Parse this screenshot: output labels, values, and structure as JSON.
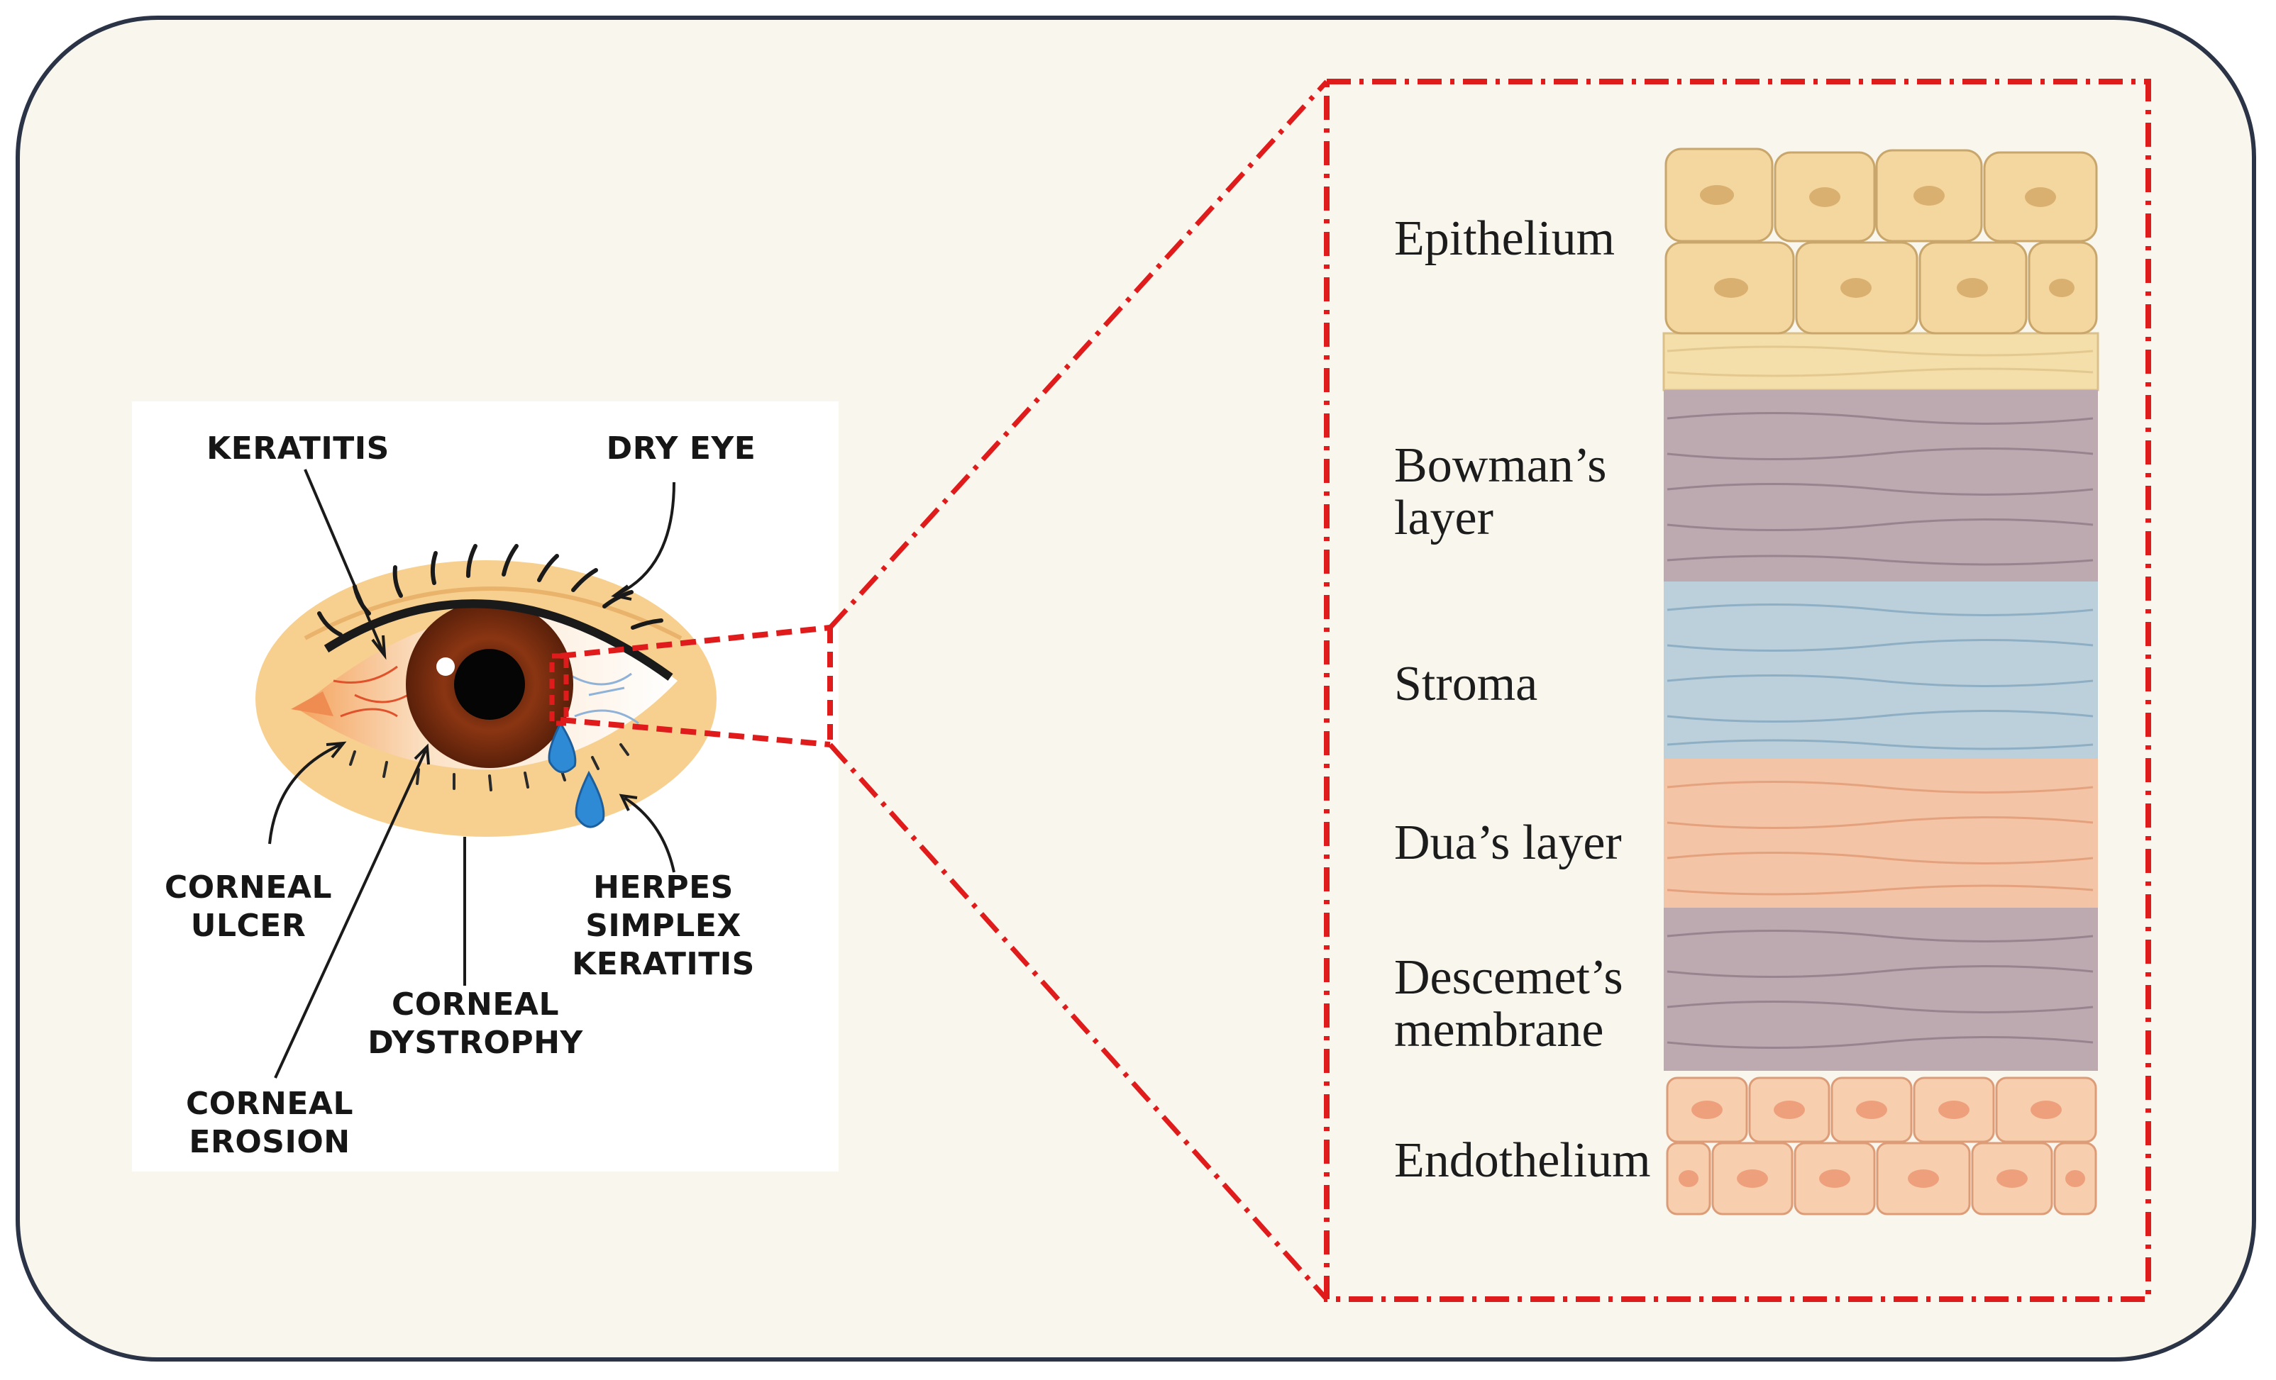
{
  "eye_diagram": {
    "labels": {
      "keratitis": "KERATITIS",
      "dry_eye": "DRY EYE",
      "corneal_ulcer": "CORNEAL\nULCER",
      "herpes_simplex_keratitis": "HERPES SIMPLEX\nKERATITIS",
      "corneal_dystrophy": "CORNEAL\nDYSTROPHY",
      "corneal_erosion": "CORNEAL\nEROSION"
    }
  },
  "cornea_layers": {
    "items": [
      {
        "label": "Epithelium",
        "color": "#f2d9a4"
      },
      {
        "label": "Bowman’s\nlayer",
        "color": "#bcaab0"
      },
      {
        "label": "Stroma",
        "color": "#bcd0dc"
      },
      {
        "label": "Dua’s layer",
        "color": "#f4c4a6"
      },
      {
        "label": "Descemet’s\nmembrane",
        "color": "#bcaab0"
      },
      {
        "label": "Endothelium",
        "color": "#f7cfae"
      }
    ]
  },
  "colors": {
    "highlight": "#e01b1b",
    "frame_border": "#2b3346",
    "background": "#f8f6ed"
  }
}
